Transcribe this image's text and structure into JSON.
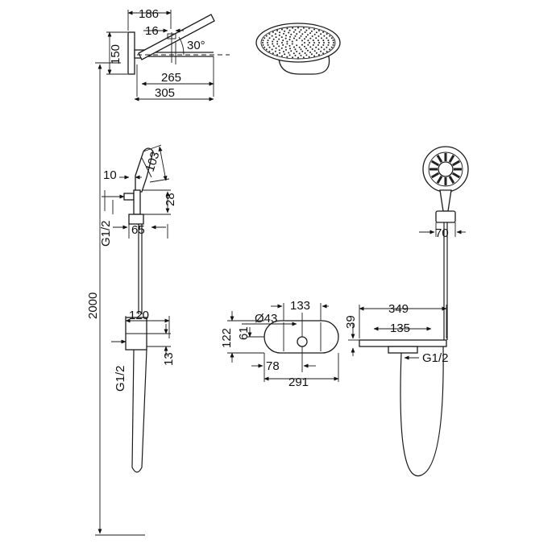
{
  "dimensions": {
    "shower_head_depth": "186",
    "arm_offset": "16",
    "tilt_angle": "30°",
    "head_height": "150",
    "arm_length": "265",
    "total_projection": "305",
    "handshower_head": "103",
    "holder_offset": "10",
    "holder_height": "28",
    "inlet_thread_top": "G1/2",
    "holder_width": "65",
    "total_height": "2000",
    "outlet_width": "120",
    "outlet_height": "13",
    "inlet_thread_bottom": "G1/2",
    "panel_width_inner": "133",
    "knob_diameter": "Ø43",
    "panel_height": "122",
    "knob_height": "61",
    "knob_offset": "78",
    "panel_width": "291",
    "shelf_depth_total": "349",
    "shelf_depth_inner": "135",
    "shelf_height": "39",
    "shelf_thread": "G1/2",
    "front_holder_width": "70"
  }
}
